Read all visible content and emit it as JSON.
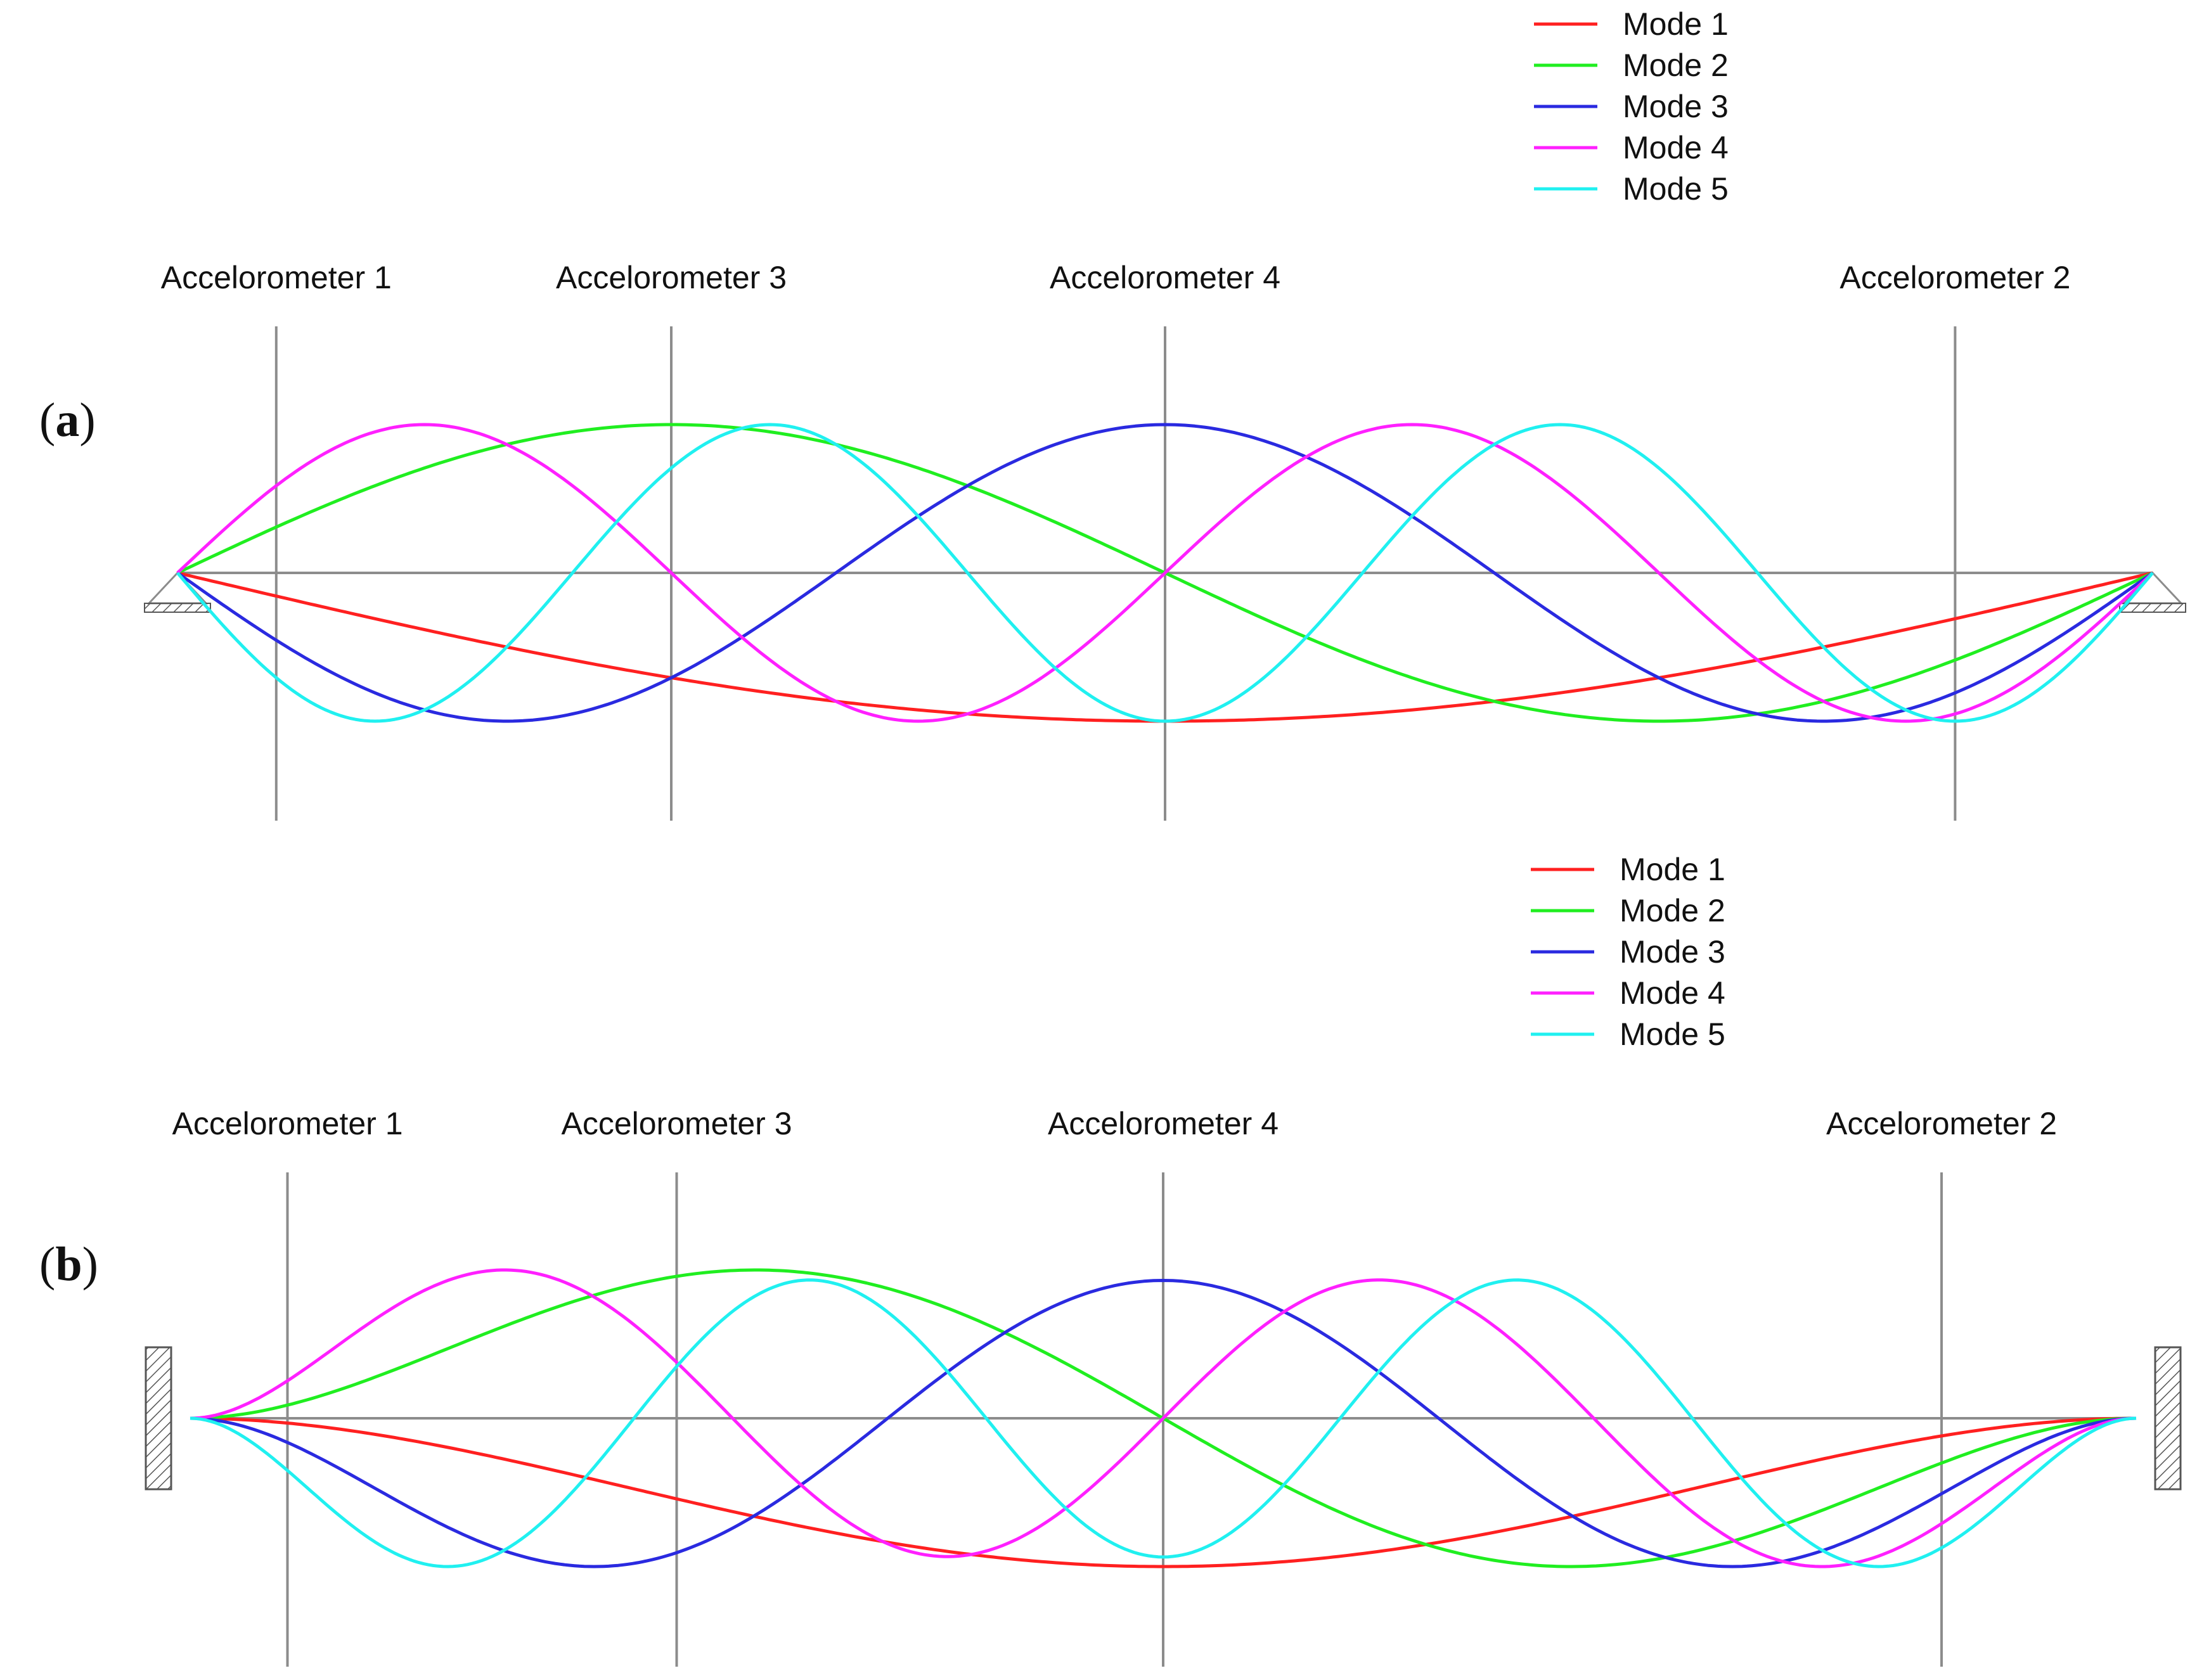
{
  "colors": {
    "axis": "#8c8c8c",
    "text": "#111111",
    "modes": [
      "#ff2020",
      "#20ee20",
      "#2a2ae0",
      "#ff20ff",
      "#20f0f0"
    ]
  },
  "panels": [
    {
      "id": "a",
      "label_open": "(",
      "label_letter": "a",
      "label_close": ")",
      "support": "pinned",
      "legend": [
        "Mode 1",
        "Mode 2",
        "Mode 3",
        "Mode 4",
        "Mode 5"
      ],
      "accelerometers": [
        {
          "name": "Accelorometer 1",
          "position": 0.05
        },
        {
          "name": "Accelorometer 3",
          "position": 0.25
        },
        {
          "name": "Accelorometer 4",
          "position": 0.5
        },
        {
          "name": "Accelorometer 2",
          "position": 0.9
        }
      ],
      "modes": [
        {
          "name": "Mode 1",
          "n": 1,
          "sign": -1
        },
        {
          "name": "Mode 2",
          "n": 2,
          "sign": 1
        },
        {
          "name": "Mode 3",
          "n": 3,
          "sign": -1
        },
        {
          "name": "Mode 4",
          "n": 4,
          "sign": 1
        },
        {
          "name": "Mode 5",
          "n": 5,
          "sign": -1
        }
      ]
    },
    {
      "id": "b",
      "label_open": "(",
      "label_letter": "b",
      "label_close": ")",
      "support": "clamped",
      "legend": [
        "Mode 1",
        "Mode 2",
        "Mode 3",
        "Mode 4",
        "Mode 5"
      ],
      "accelerometers": [
        {
          "name": "Accelorometer 1",
          "position": 0.05
        },
        {
          "name": "Accelorometer 3",
          "position": 0.25
        },
        {
          "name": "Accelorometer 4",
          "position": 0.5
        },
        {
          "name": "Accelorometer 2",
          "position": 0.9
        }
      ],
      "modes": [
        {
          "name": "Mode 1",
          "n": 1,
          "sign": -1
        },
        {
          "name": "Mode 2",
          "n": 2,
          "sign": 1
        },
        {
          "name": "Mode 3",
          "n": 3,
          "sign": -1
        },
        {
          "name": "Mode 4",
          "n": 4,
          "sign": 1
        },
        {
          "name": "Mode 5",
          "n": 5,
          "sign": -1
        }
      ]
    }
  ]
}
